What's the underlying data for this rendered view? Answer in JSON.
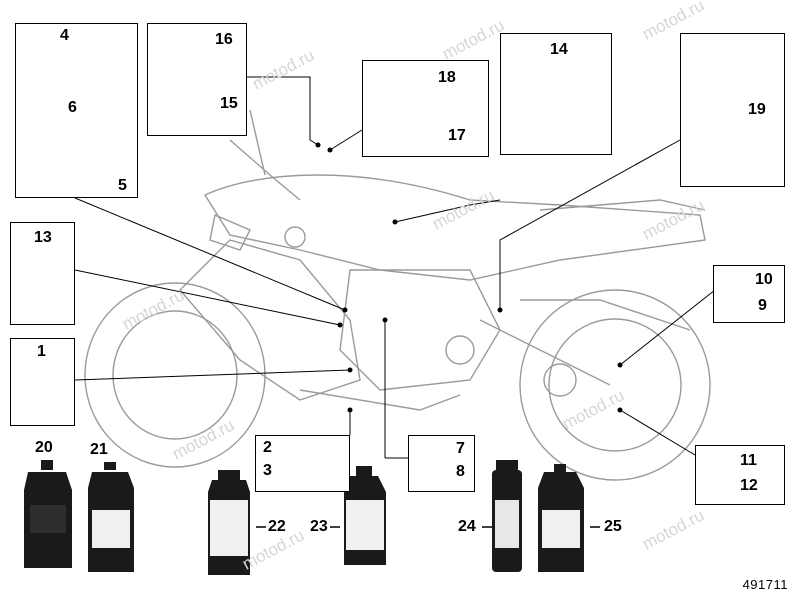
{
  "watermark": "motod.ru",
  "reference_number": "491711",
  "labels": {
    "p1": "1",
    "p2": "2",
    "p3": "3",
    "p4": "4",
    "p5": "5",
    "p6": "6",
    "p7": "7",
    "p8": "8",
    "p9": "9",
    "p10": "10",
    "p11": "11",
    "p12": "12",
    "p13": "13",
    "p14": "14",
    "p15": "15",
    "p16": "16",
    "p17": "17",
    "p18": "18",
    "p19": "19",
    "p20": "20",
    "p21": "21",
    "p22": "22",
    "p23": "23",
    "p24": "24",
    "p25": "25"
  },
  "colors": {
    "line": "#000000",
    "sketch": "#9a9a9a",
    "watermark": "#d6d6d6",
    "part_dark": "#1a1a1a"
  }
}
